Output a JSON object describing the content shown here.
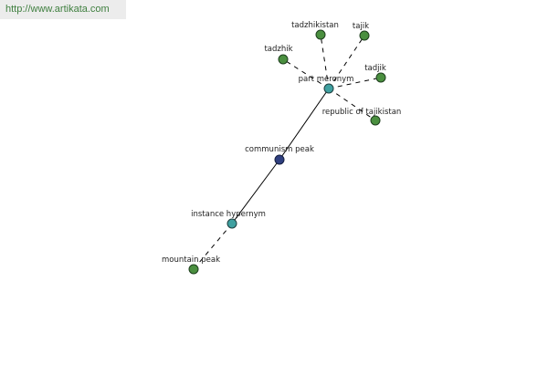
{
  "watermark": "http://www.artikata.com",
  "colors": {
    "synset_node": "#4a8f3f",
    "relation_node": "#3fa0a0",
    "center_node": "#2f3f7f"
  },
  "nodes": {
    "tadzhikistan": "tadzhikistan",
    "tajik": "tajik",
    "tadzhik": "tadzhik",
    "tadjik": "tadjik",
    "part_meronym": "part meronym",
    "republic": "republic of tajikistan",
    "communism_peak": "communism peak",
    "instance_hypernym": "instance hypernym",
    "mountain_peak": "mountain peak"
  }
}
